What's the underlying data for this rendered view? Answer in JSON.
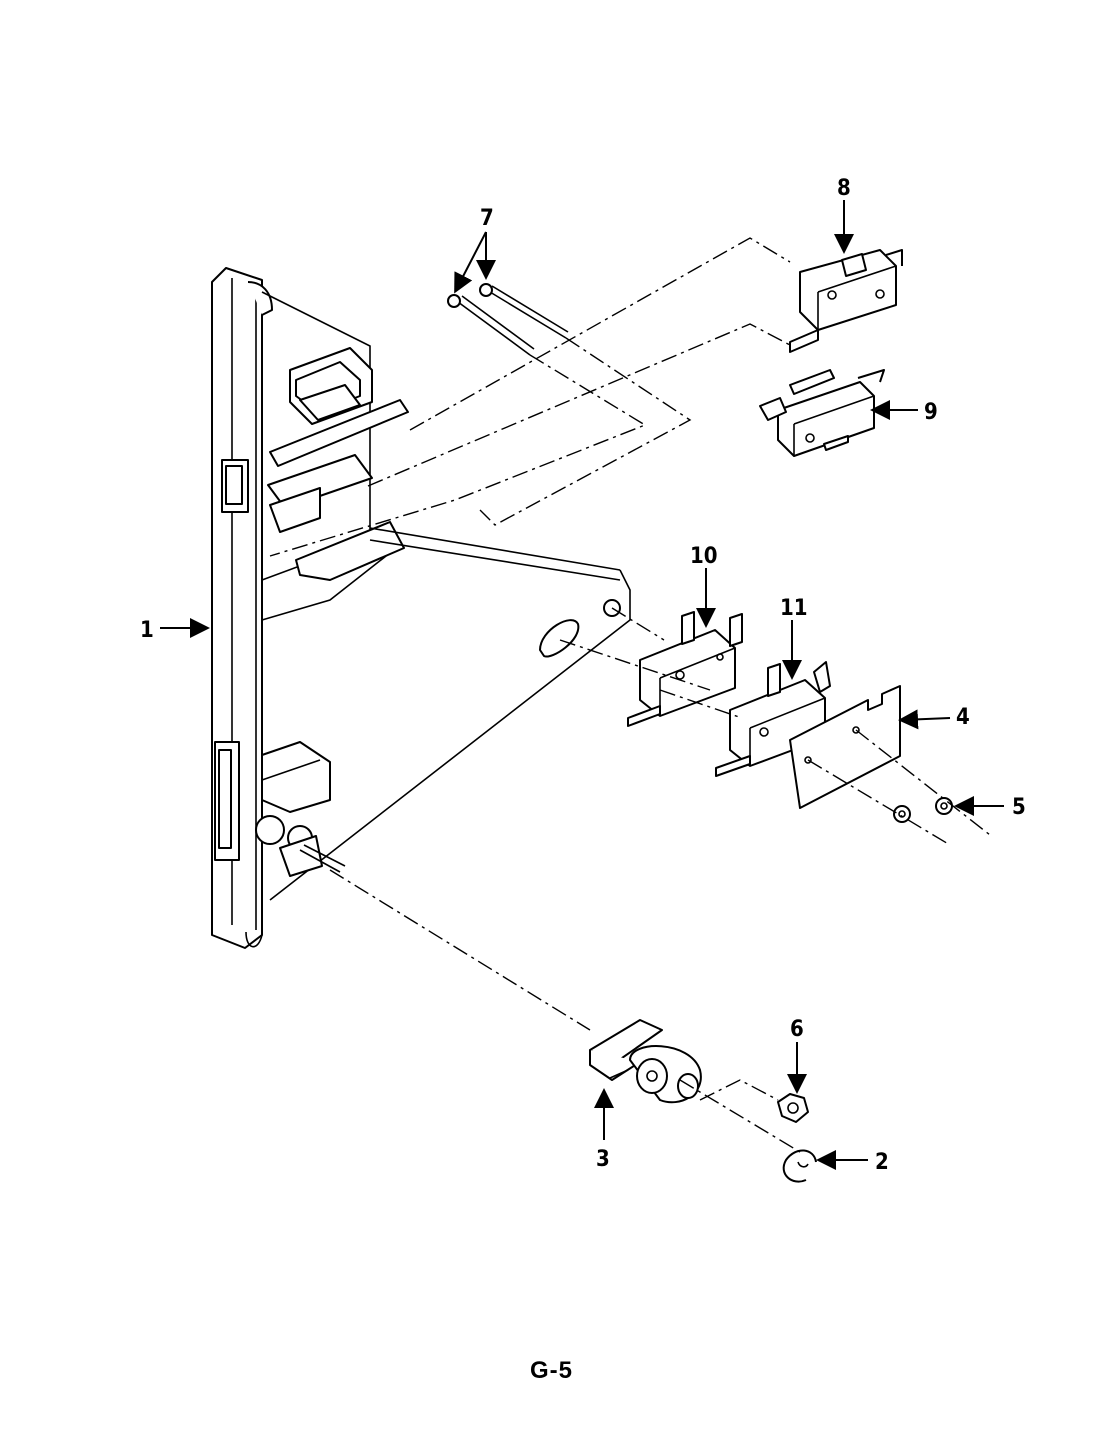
{
  "diagram": {
    "page_label": "G-5",
    "callouts": {
      "c1": "1",
      "c2": "2",
      "c3": "3",
      "c4": "4",
      "c5": "5",
      "c6": "6",
      "c7": "7",
      "c8": "8",
      "c9": "9",
      "c10": "10",
      "c11": "11"
    }
  }
}
